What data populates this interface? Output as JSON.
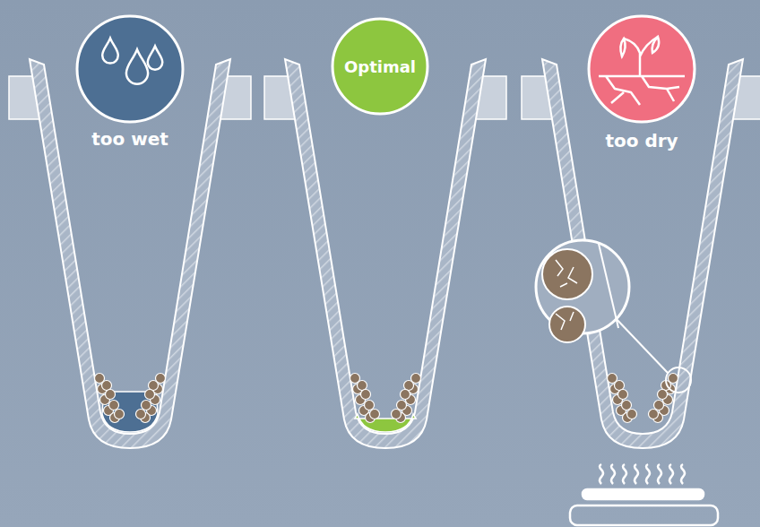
{
  "diagram": {
    "nodes": [
      {
        "text": [
          "too wet"
        ]
      },
      {
        "text": [
          "Optimal"
        ]
      },
      {
        "text": [
          "too dry"
        ]
      }
    ]
  }
}
